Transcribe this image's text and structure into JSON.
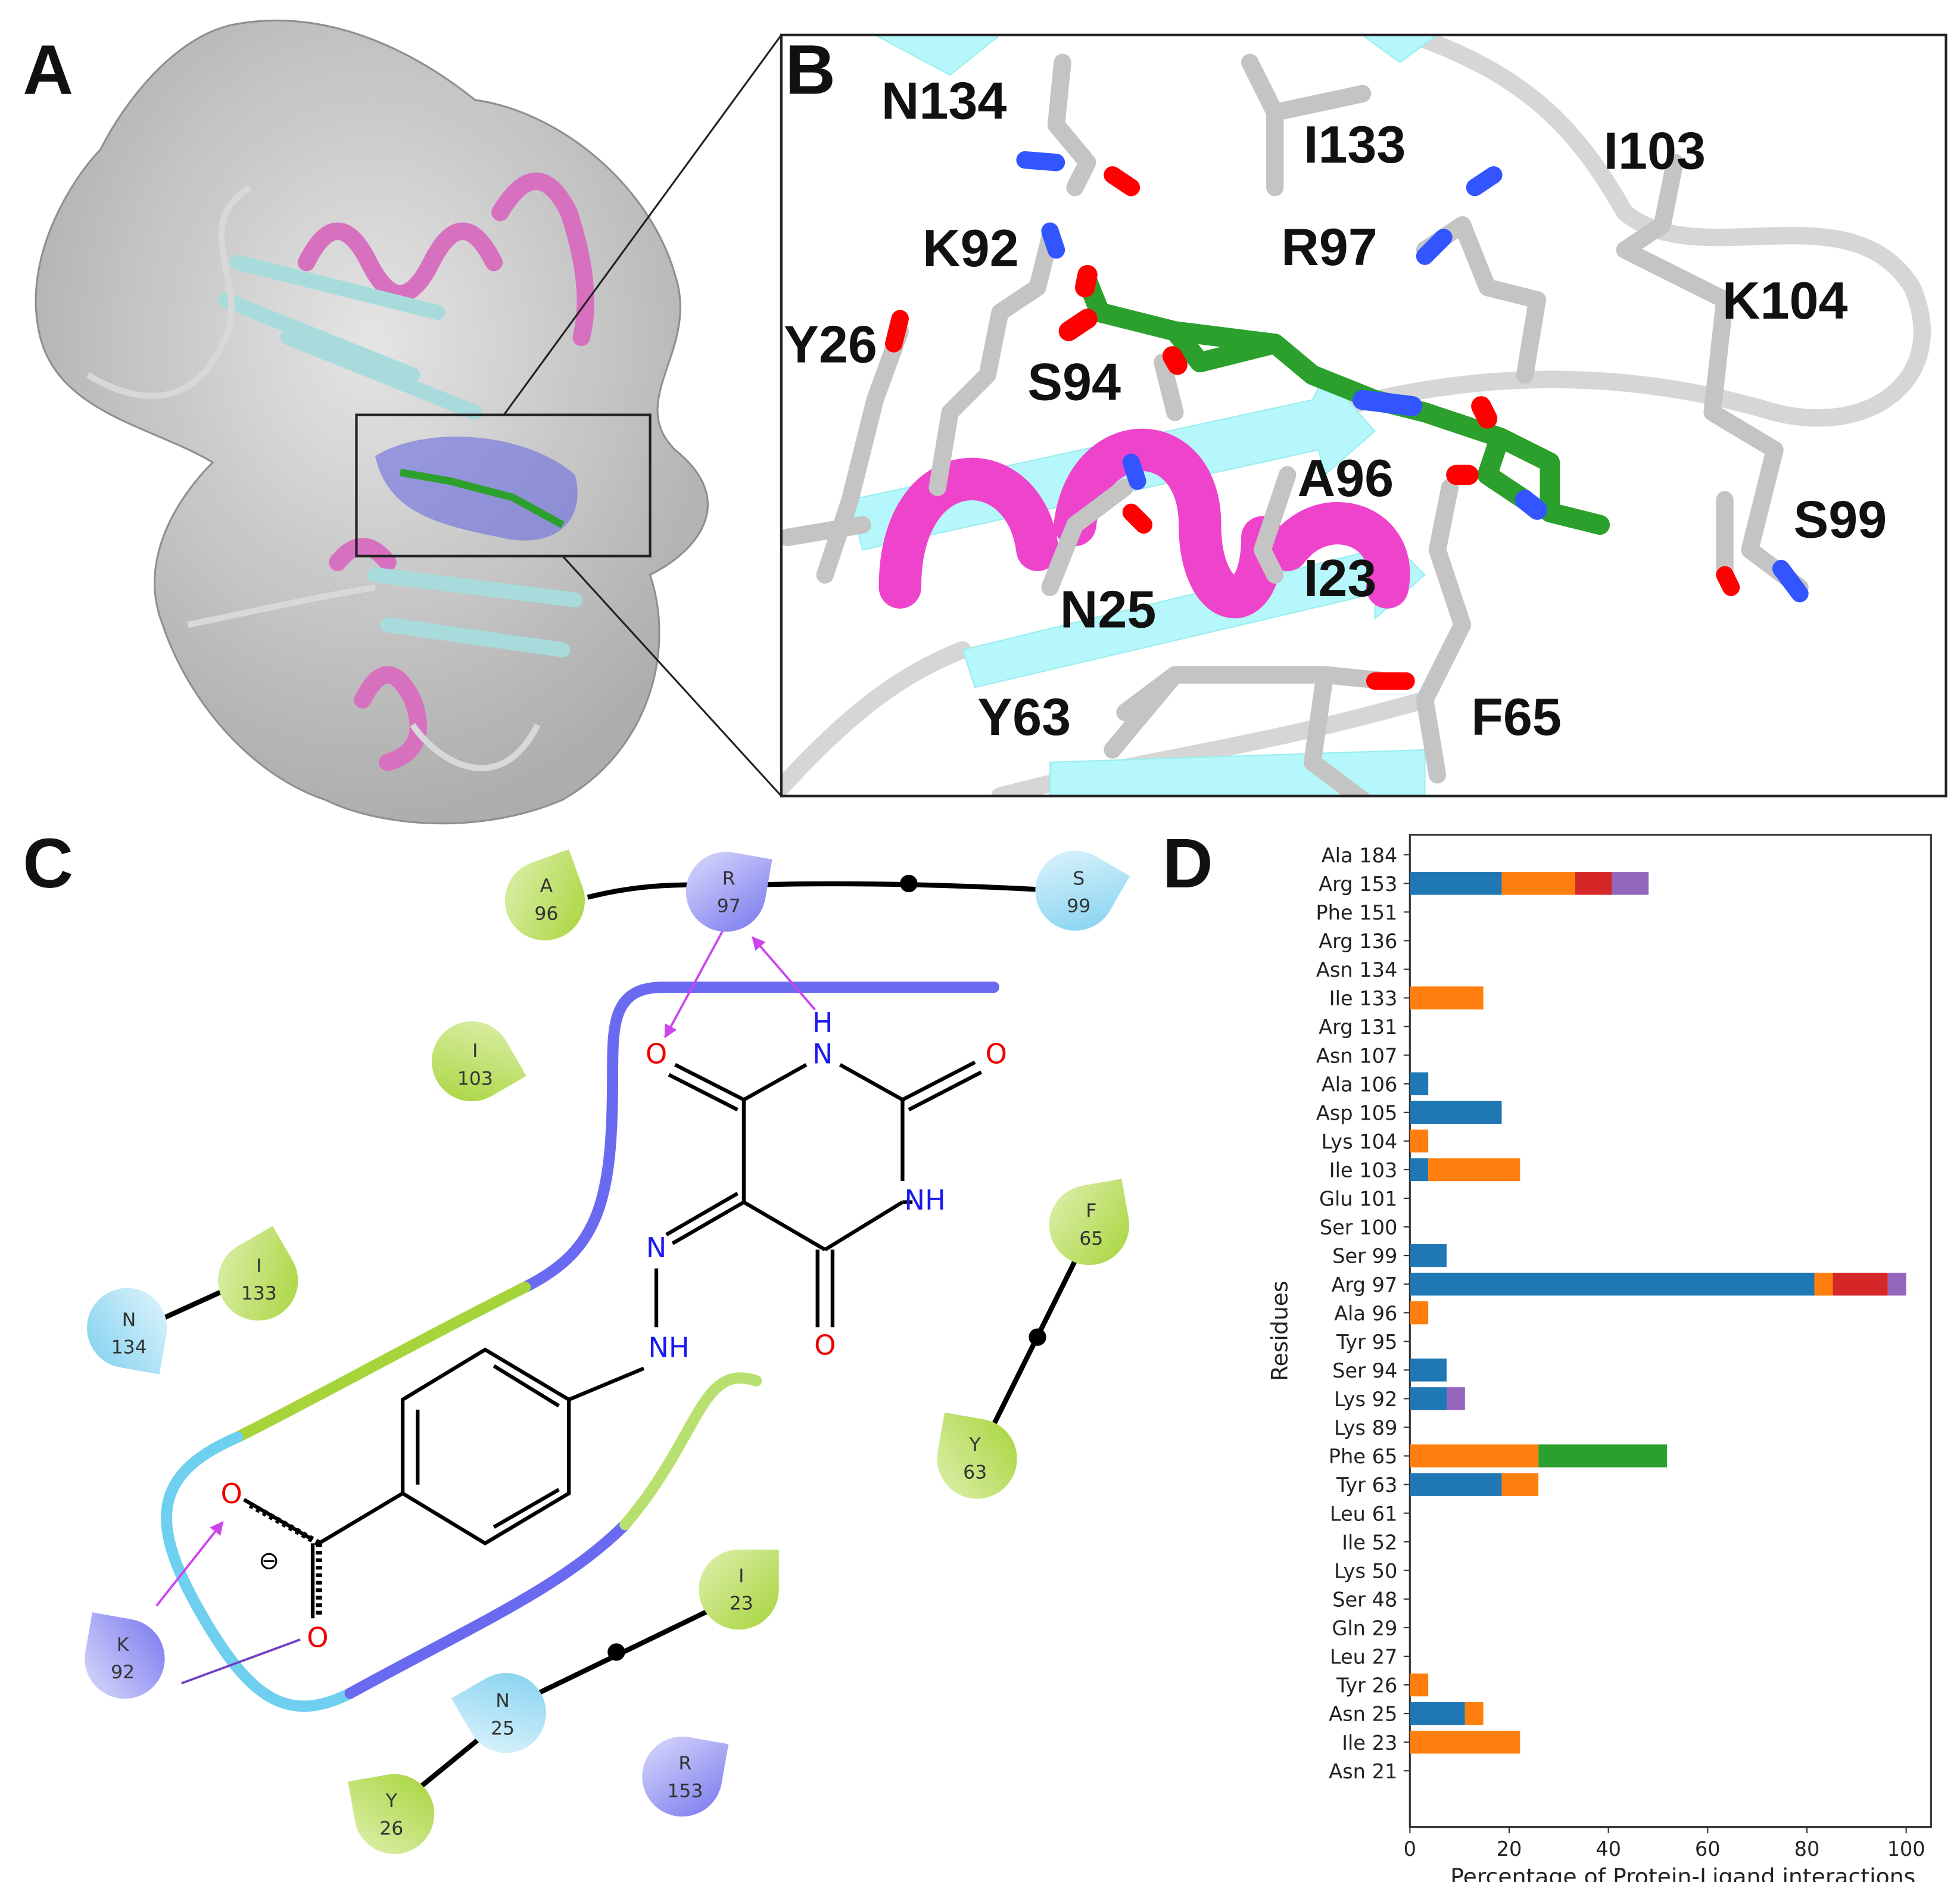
{
  "panels": {
    "a": "A",
    "b": "B",
    "c": "C",
    "d": "D"
  },
  "panel_b": {
    "residue_labels": [
      "N134",
      "I133",
      "I103",
      "K92",
      "R97",
      "K104",
      "Y26",
      "S94",
      "A96",
      "S99",
      "N25",
      "I23",
      "Y63",
      "F65"
    ],
    "colors": {
      "carbon": "#c4c4c4",
      "ligand": "#2ca02c",
      "oxygen": "#ff0000",
      "nitrogen": "#3355ff",
      "strand": "#b5f7fa",
      "helix": "#ee44cc"
    }
  },
  "panel_c": {
    "residues": [
      {
        "aa": "A",
        "num": "96",
        "type": "hydrophobic"
      },
      {
        "aa": "R",
        "num": "97",
        "type": "positive"
      },
      {
        "aa": "S",
        "num": "99",
        "type": "polar"
      },
      {
        "aa": "I",
        "num": "103",
        "type": "hydrophobic"
      },
      {
        "aa": "I",
        "num": "133",
        "type": "hydrophobic"
      },
      {
        "aa": "N",
        "num": "134",
        "type": "polar"
      },
      {
        "aa": "F",
        "num": "65",
        "type": "hydrophobic"
      },
      {
        "aa": "Y",
        "num": "63",
        "type": "hydrophobic"
      },
      {
        "aa": "K",
        "num": "92",
        "type": "positive"
      },
      {
        "aa": "I",
        "num": "23",
        "type": "hydrophobic"
      },
      {
        "aa": "N",
        "num": "25",
        "type": "polar"
      },
      {
        "aa": "Y",
        "num": "26",
        "type": "hydrophobic"
      },
      {
        "aa": "R",
        "num": "153",
        "type": "positive"
      }
    ],
    "atoms": {
      "o1": "O",
      "h": "H",
      "n1": "N",
      "o2": "O",
      "nh1": "NH",
      "o3": "O",
      "n2": "N",
      "nh2": "NH",
      "o4": "O",
      "o5": "O",
      "charge": "⊖"
    },
    "colors": {
      "hydrophobic": "#a6d43a",
      "polar": "#7fd0ef",
      "positive": "#8888f0",
      "hbond": "#cc44ee"
    }
  },
  "chart_data": {
    "type": "bar",
    "orientation": "horizontal",
    "stacked": true,
    "xlabel": "Percentage of Protein-Ligand interactions",
    "ylabel": "Residues",
    "xlim": [
      0,
      105
    ],
    "xticks": [
      0,
      20,
      40,
      60,
      80,
      100
    ],
    "grid": false,
    "categories": [
      "Ala 184",
      "Arg 153",
      "Phe 151",
      "Arg 136",
      "Asn 134",
      "Ile 133",
      "Arg 131",
      "Asn 107",
      "Ala 106",
      "Asp 105",
      "Lys 104",
      "Ile 103",
      "Glu 101",
      "Ser 100",
      "Ser 99",
      "Arg 97",
      "Ala 96",
      "Tyr 95",
      "Ser 94",
      "Lys 92",
      "Lys 89",
      "Phe 65",
      "Tyr 63",
      "Leu 61",
      "Ile 52",
      "Lys 50",
      "Ser 48",
      "Gln 29",
      "Leu 27",
      "Tyr 26",
      "Asn 25",
      "Ile 23",
      "Asn 21"
    ],
    "series": [
      {
        "color": "#1f77b4",
        "values": [
          0,
          18.5,
          0,
          0,
          0,
          0,
          0,
          0,
          3.7,
          18.5,
          0,
          3.7,
          0,
          0,
          7.4,
          81.5,
          0,
          0,
          7.4,
          7.4,
          0,
          0,
          18.5,
          0,
          0,
          0,
          0,
          0,
          0,
          0,
          11.1,
          0,
          0
        ]
      },
      {
        "color": "#ff7f0e",
        "values": [
          0,
          14.8,
          0,
          0,
          0,
          14.8,
          0,
          0,
          0,
          0,
          3.7,
          18.5,
          0,
          0,
          0,
          3.7,
          3.7,
          0,
          0,
          0,
          0,
          25.9,
          7.4,
          0,
          0,
          0,
          0,
          0,
          0,
          3.7,
          3.7,
          22.2,
          0
        ]
      },
      {
        "color": "#2ca02c",
        "values": [
          0,
          0,
          0,
          0,
          0,
          0,
          0,
          0,
          0,
          0,
          0,
          0,
          0,
          0,
          0,
          0,
          0,
          0,
          0,
          0,
          0,
          25.9,
          0,
          0,
          0,
          0,
          0,
          0,
          0,
          0,
          0,
          0,
          0
        ]
      },
      {
        "color": "#d62728",
        "values": [
          0,
          7.4,
          0,
          0,
          0,
          0,
          0,
          0,
          0,
          0,
          0,
          0,
          0,
          0,
          0,
          11.1,
          0,
          0,
          0,
          0,
          0,
          0,
          0,
          0,
          0,
          0,
          0,
          0,
          0,
          0,
          0,
          0,
          0
        ]
      },
      {
        "color": "#9467bd",
        "values": [
          0,
          7.4,
          0,
          0,
          0,
          0,
          0,
          0,
          0,
          0,
          0,
          0,
          0,
          0,
          0,
          3.7,
          0,
          0,
          0,
          3.7,
          0,
          0,
          0,
          0,
          0,
          0,
          0,
          0,
          0,
          0,
          0,
          0,
          0
        ]
      }
    ]
  }
}
